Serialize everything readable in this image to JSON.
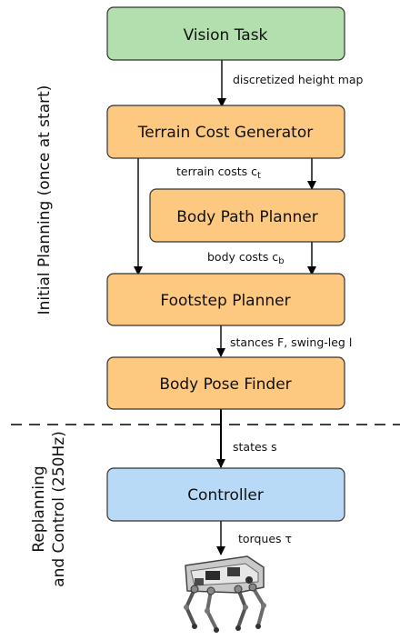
{
  "boxes": {
    "vision_task": "Vision Task",
    "terrain_cost_generator": "Terrain Cost Generator",
    "body_path_planner": "Body Path Planner",
    "footstep_planner": "Footstep Planner",
    "body_pose_finder": "Body Pose Finder",
    "controller": "Controller"
  },
  "edges": {
    "height_map": "discretized height map",
    "terrain_costs": "terrain costs c",
    "terrain_costs_sub": "t",
    "body_costs": "body costs c",
    "body_costs_sub": "b",
    "stances": "stances F, swing-leg l",
    "states": "states s",
    "torques": "torques τ"
  },
  "sections": {
    "initial_planning": "Initial Planning (once at start)",
    "replanning_line1": "Replanning",
    "replanning_line2": "and Control (250Hz)"
  },
  "colors": {
    "green_box": "#b3deae",
    "orange_box": "#fdc980",
    "blue_box": "#b8daf7",
    "box_border": "#333333",
    "arrow": "#000000"
  },
  "icons": {
    "robot": "quadruped-robot-icon"
  }
}
